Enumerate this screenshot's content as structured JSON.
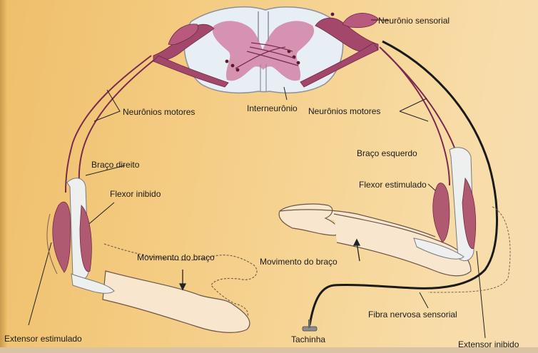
{
  "labels": {
    "neuronio_sensorial": "Neurônio sensorial",
    "neuronios_motores_left": "Neurônios motores",
    "interneuronio": "Interneurônio",
    "neuronios_motores_right": "Neurônios motores",
    "braco_esquerdo": "Braço esquerdo",
    "braco_direito": "Braço direito",
    "flexor_estimulado": "Flexor estimulado",
    "flexor_inibido": "Flexor inibido",
    "movimento_left": "Movimento do braço",
    "movimento_right": "Movimento do braço",
    "fibra_nervosa": "Fibra nervosa sensorial",
    "extensor_estimulado": "Extensor estimulado",
    "tachinha": "Tachinha",
    "extensor_inibido": "Extensor inibido"
  },
  "colors": {
    "nerve_purple": "#8e3a5c",
    "gray_matter": "#c9497a",
    "white_matter": "#e7eef4",
    "sensory_fiber": "#1a1a1a",
    "bone": "#eef0f0",
    "muscle": "#b05a72"
  }
}
